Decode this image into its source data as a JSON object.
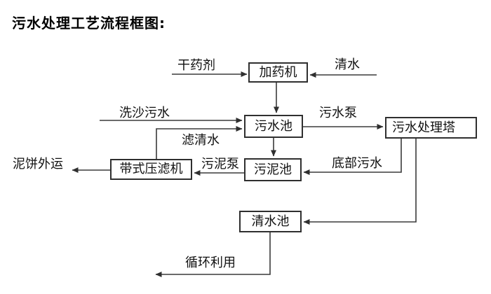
{
  "title": "污水处理工艺流程框图:",
  "nodes": {
    "dosing_machine": "加药机",
    "sewage_pool": "污水池",
    "treatment_tower": "污水处理塔",
    "sludge_pool": "污泥池",
    "belt_filter_press": "带式压滤机",
    "clean_water_pool": "清水池"
  },
  "labels": {
    "dry_chemical": "干药剂",
    "clean_water": "清水",
    "sand_washing_sewage": "洗沙污水",
    "sewage_pump": "污水泵",
    "filtered_water": "滤清水",
    "sludge_pump": "污泥泵",
    "bottom_sewage": "底部污水",
    "mud_cake_out": "泥饼外运",
    "recycle": "循环利用"
  },
  "colors": {
    "background": "#ffffff",
    "line": "#3a3a3a",
    "box_border": "#2f2f2f",
    "text": "#111111"
  }
}
